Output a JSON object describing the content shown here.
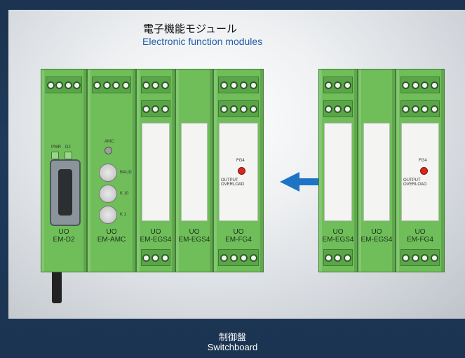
{
  "header": {
    "title_jp": "電子機能モジュール",
    "title_en": "Electronic function modules"
  },
  "footer": {
    "label_jp": "制御盤",
    "label_en": "Switchboard"
  },
  "colors": {
    "accent_blue": "#1f5fa8",
    "arrow_blue": "#1e74c4",
    "module_green": "#6fbe5a",
    "background_navy": "#1b3350"
  },
  "modules_left": [
    {
      "line1": "UO",
      "line2": "EM-D2",
      "leds": [
        "PWR",
        "D2"
      ]
    },
    {
      "line1": "UO",
      "line2": "EM-AMC",
      "led": "AMC",
      "knobs": [
        "BAUD",
        "K 10",
        "K 1"
      ]
    },
    {
      "line1": "UO",
      "line2": "EM-EGS4"
    },
    {
      "line1": "UO",
      "line2": "EM-EGS4"
    },
    {
      "line1": "UO",
      "line2": "EM-FG4",
      "led": "FG4",
      "status": "OUTPUT OVERLOAD"
    }
  ],
  "modules_right": [
    {
      "line1": "UO",
      "line2": "EM-EGS4"
    },
    {
      "line1": "UO",
      "line2": "EM-EGS4"
    },
    {
      "line1": "UO",
      "line2": "EM-FG4",
      "led": "FG4",
      "status": "OUTPUT OVERLOAD"
    }
  ],
  "arrow_icon": "arrow-left-icon"
}
